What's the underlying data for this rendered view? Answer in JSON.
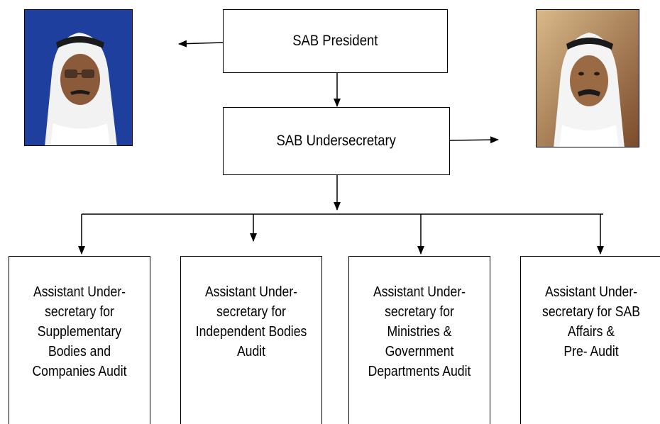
{
  "chart": {
    "president": "SAB President",
    "undersecretary": "SAB Undersecretary",
    "departments": [
      {
        "lines": [
          "Assistant Under-",
          "secretary for",
          "Supplementary",
          "Bodies and",
          "Companies Audit"
        ]
      },
      {
        "lines": [
          "Assistant Under-",
          "secretary for",
          "Independent Bodies",
          "Audit"
        ]
      },
      {
        "lines": [
          "Assistant Under-",
          "secretary for",
          "Ministries &",
          "Government",
          "Departments Audit"
        ]
      },
      {
        "lines": [
          "Assistant Under-",
          "secretary for SAB",
          "Affairs &",
          "Pre- Audit"
        ]
      }
    ]
  },
  "photos": {
    "left": {
      "icon": "portrait-president-photo",
      "background": "#1f3f9f"
    },
    "right": {
      "icon": "portrait-undersecretary-photo",
      "background": "#c8a070"
    }
  },
  "colors": {
    "line": "#000000",
    "box_border": "#000000"
  }
}
